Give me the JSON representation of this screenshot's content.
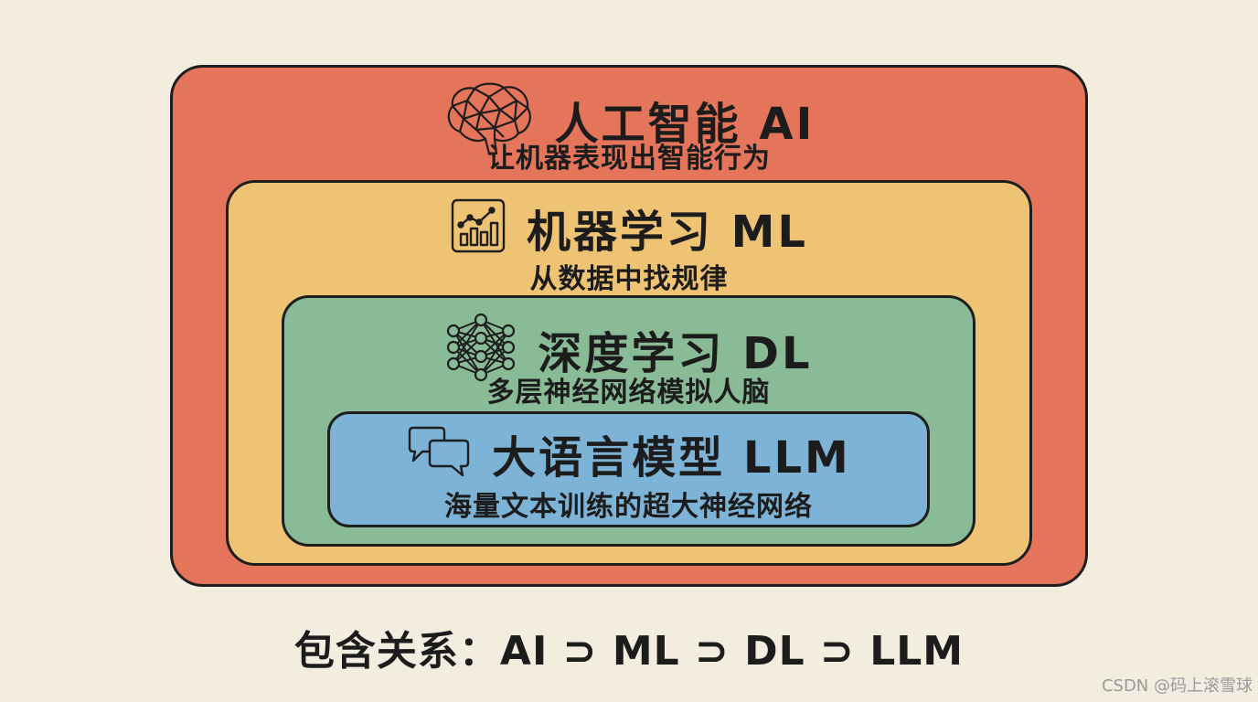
{
  "layers": {
    "ai": {
      "title": "人工智能 AI",
      "subtitle": "让机器表现出智能行为",
      "icon": "brain-icon",
      "color": "#e4745a"
    },
    "ml": {
      "title": "机器学习 ML",
      "subtitle": "从数据中找规律",
      "icon": "bar-chart-icon",
      "color": "#efc374"
    },
    "dl": {
      "title": "深度学习 DL",
      "subtitle": "多层神经网络模拟人脑",
      "icon": "neural-network-icon",
      "color": "#89bb97"
    },
    "llm": {
      "title": "大语言模型 LLM",
      "subtitle": "海量文本训练的超大神经网络",
      "icon": "chat-bubbles-icon",
      "color": "#7db3d6"
    }
  },
  "footer": "包含关系：AI ⊃ ML ⊃ DL ⊃ LLM",
  "watermark": "CSDN @码上滚雪球"
}
